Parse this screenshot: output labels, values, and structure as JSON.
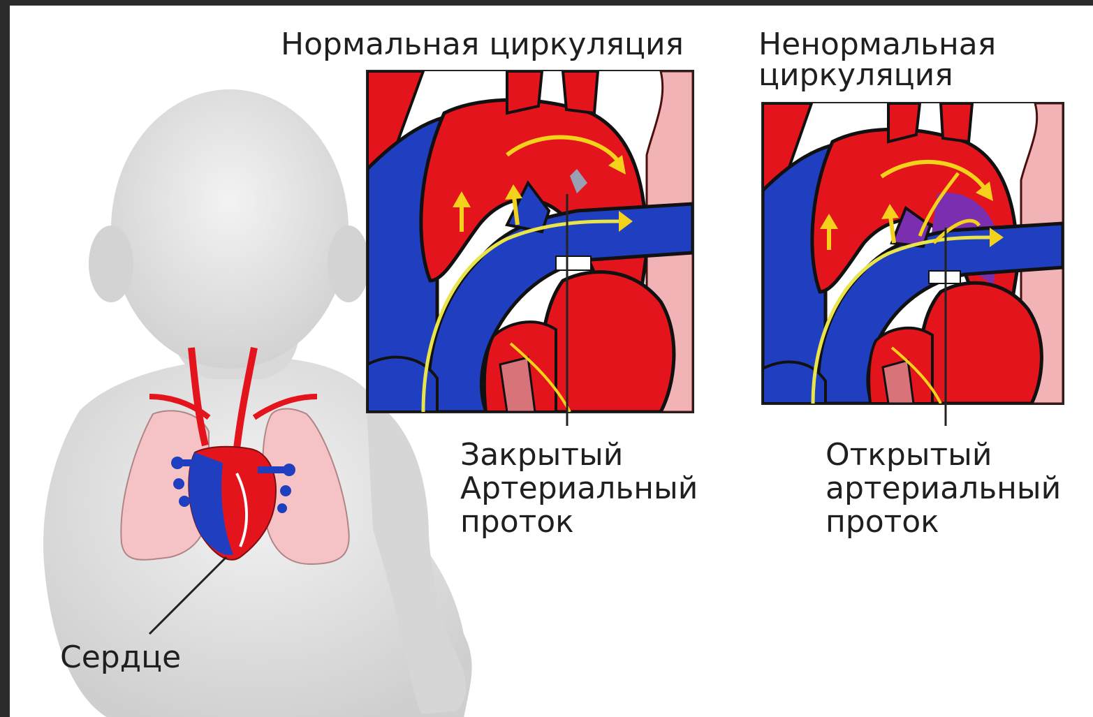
{
  "labels": {
    "normal_title": "Нормальная циркуляция",
    "abnormal_title_line1": "Ненормальная",
    "abnormal_title_line2": "циркуляция",
    "closed_line1": "Закрытый",
    "closed_line2": "Артериальный",
    "closed_line3": "проток",
    "open_line1": "Открытый",
    "open_line2": "артериальный",
    "open_line3": "проток",
    "heart": "Сердце"
  },
  "colors": {
    "artery_red": "#e3141c",
    "vein_blue": "#1f3fc0",
    "mixed_purple": "#7a2fb0",
    "lung_pink": "#f5c3c6",
    "flow_yellow": "#f4d21c",
    "body_gray": "#e2e2e2",
    "outline": "#111111"
  },
  "icons": {
    "baby": "baby-illustration-icon",
    "heart": "heart-anatomy-icon",
    "normal_panel": "normal-circulation-icon",
    "abnormal_panel": "abnormal-circulation-icon"
  }
}
